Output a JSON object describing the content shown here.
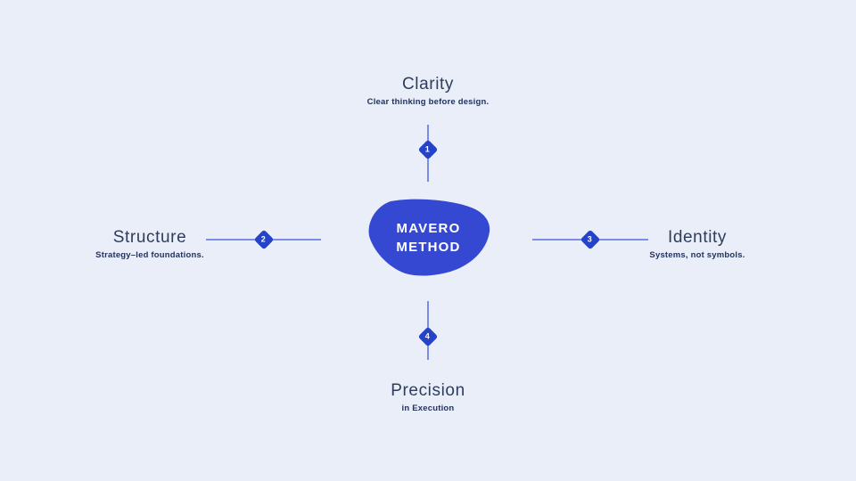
{
  "center": {
    "title_line1": "MAVERO",
    "title_line2": "METHOD"
  },
  "nodes": [
    {
      "id": "clarity",
      "title": "Clarity",
      "subtitle": "Clear thinking before design.",
      "number": "1",
      "position": "top"
    },
    {
      "id": "structure",
      "title": "Structure",
      "subtitle": "Strategy–led foundations.",
      "number": "2",
      "position": "left"
    },
    {
      "id": "identity",
      "title": "Identity",
      "subtitle": "Systems, not symbols.",
      "number": "3",
      "position": "right"
    },
    {
      "id": "precision",
      "title": "Precision",
      "subtitle": "in Execution",
      "number": "4",
      "position": "bottom"
    }
  ],
  "colors": {
    "background": "#e9eef8",
    "blob": "#3548d2",
    "connector_line": "#7b8de7",
    "diamond": "#2543c9",
    "node_title": "#2e3d5b",
    "node_subtitle": "#22325c",
    "center_text": "#ffffff"
  }
}
